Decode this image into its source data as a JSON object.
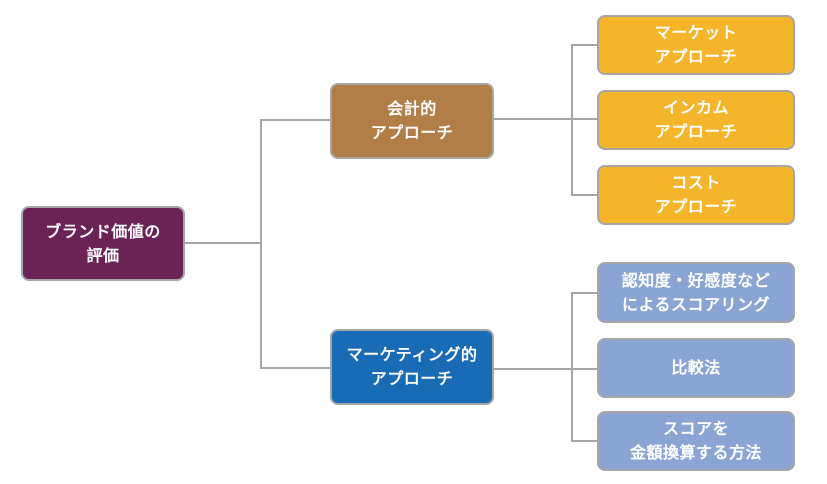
{
  "diagram": {
    "type": "tree",
    "colors": {
      "root": "#6B2257",
      "accounting": "#B07E46",
      "marketing": "#1A6BB5",
      "accounting_children": "#F4B52A",
      "marketing_children": "#8AA5D4",
      "connector": "#A6A6A6"
    },
    "root": {
      "line1": "ブランド価値の",
      "line2": "評価"
    },
    "branches": [
      {
        "line1": "会計的",
        "line2": "アプローチ",
        "children": [
          {
            "line1": "マーケット",
            "line2": "アプローチ"
          },
          {
            "line1": "インカム",
            "line2": "アプローチ"
          },
          {
            "line1": "コスト",
            "line2": "アプローチ"
          }
        ]
      },
      {
        "line1": "マーケティング的",
        "line2": "アプローチ",
        "children": [
          {
            "line1": "認知度・好感度など",
            "line2": "によるスコアリング"
          },
          {
            "line1": "比較法",
            "line2": ""
          },
          {
            "line1": "スコアを",
            "line2": "金額換算する方法"
          }
        ]
      }
    ]
  }
}
